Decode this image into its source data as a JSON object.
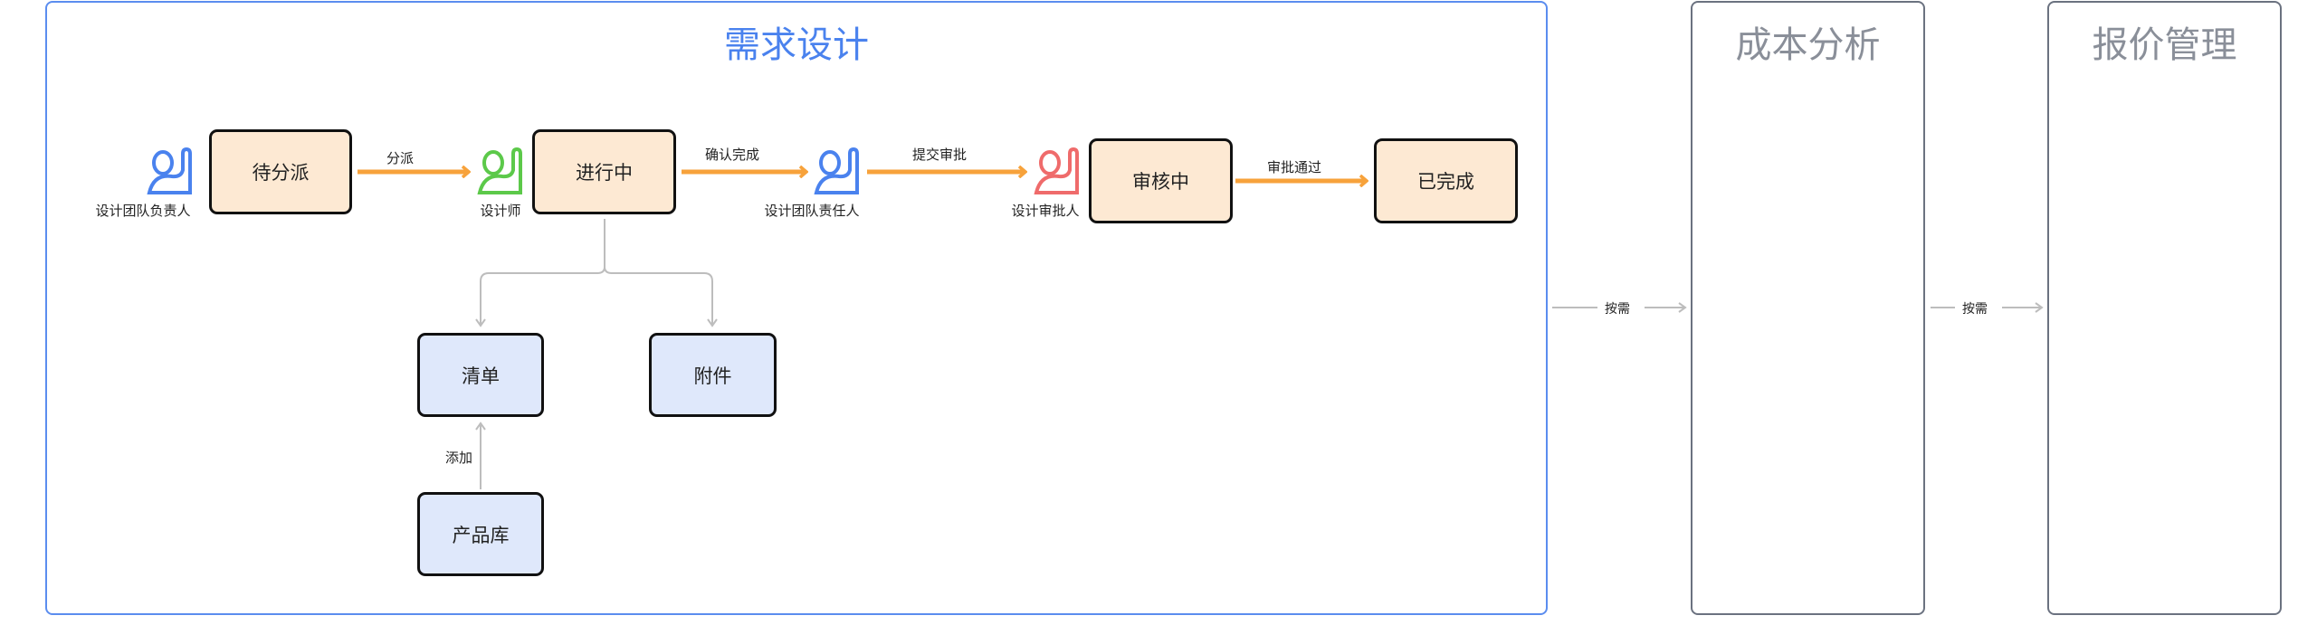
{
  "lanes": {
    "design": "需求设计",
    "cost": "成本分析",
    "quote": "报价管理"
  },
  "states": {
    "pending": "待分派",
    "in_progress": "进行中",
    "reviewing": "审核中",
    "done": "已完成"
  },
  "data_nodes": {
    "list": "清单",
    "attachment": "附件",
    "product_lib": "产品库"
  },
  "roles": {
    "team_lead": "设计团队负责人",
    "designer": "设计师",
    "team_owner": "设计团队责任人",
    "approver": "设计审批人"
  },
  "transitions": {
    "assign": "分派",
    "confirm": "确认完成",
    "submit": "提交审批",
    "approve": "审批通过",
    "add": "添加",
    "on_demand_1": "按需",
    "on_demand_2": "按需"
  },
  "colors": {
    "blue": "#4a82ee",
    "green": "#5cc94a",
    "red": "#ef6b6b",
    "orange": "#f7a23b",
    "gray": "#bdbdbd"
  }
}
